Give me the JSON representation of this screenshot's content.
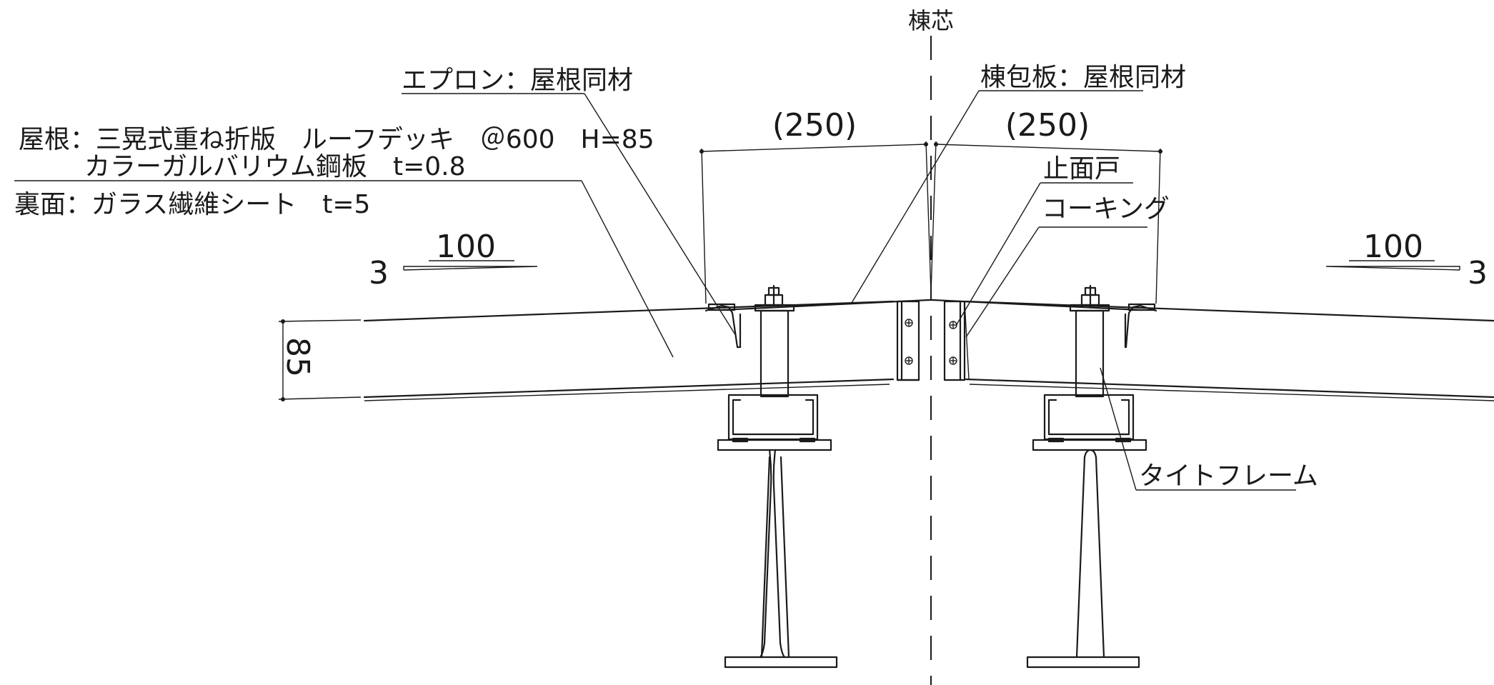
{
  "labels": {
    "ridge_center": "棟芯",
    "apron": "エプロン：屋根同材",
    "ridge_cover": "棟包板：屋根同材",
    "roof_line1": "屋根：三晃式重ね折版　ルーフデッキ　＠600　H=85",
    "roof_line2": "カラーガルバリウム鋼板　t=0.8",
    "back_face": "裏面：ガラス繊維シート　t=5",
    "closure": "止面戸",
    "caulking": "コーキング",
    "tight_frame": "タイトフレーム"
  },
  "dimensions": {
    "left_250": "(250)",
    "right_250": "(250)",
    "height_85": "85"
  },
  "slopes": {
    "left_rise": "3",
    "left_run": "100",
    "right_rise": "3",
    "right_run": "100"
  }
}
